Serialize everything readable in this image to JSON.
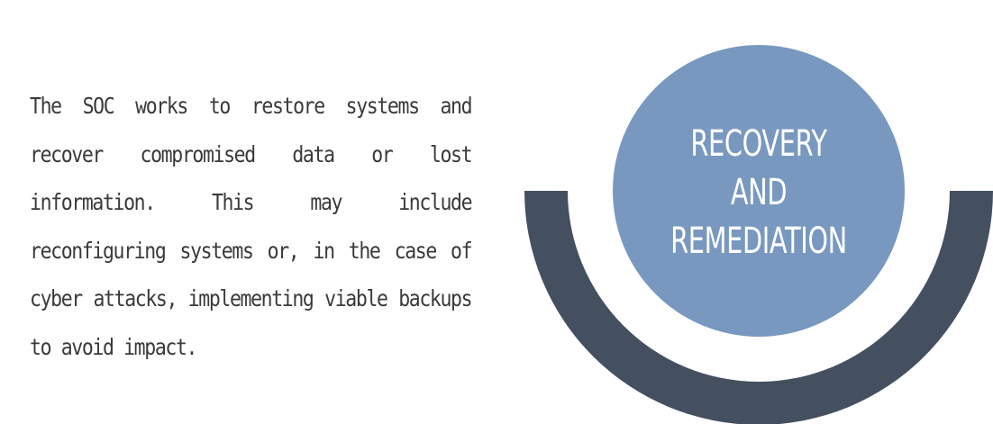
{
  "description": "The SOC works to restore systems and recover compromised data or lost information. This may include reconfiguring systems or, in the case of cyber attacks, implementing viable backups to avoid impact.",
  "circle": {
    "line1": "RECOVERY",
    "line2": "AND",
    "line3": "REMEDIATION"
  },
  "colors": {
    "circle_fill": "#7898c0",
    "arc_fill": "#44505f",
    "text": "#3a3a3a",
    "label": "#ffffff"
  }
}
